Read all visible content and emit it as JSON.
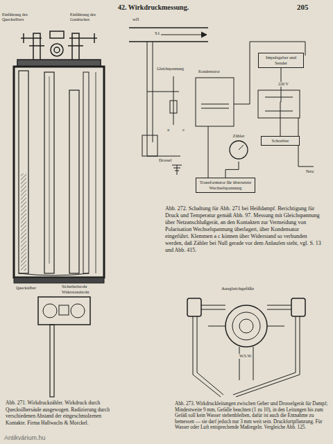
{
  "diagram": {
    "title": "42. Wirkdruckmessung.",
    "nodes": [
      {
        "text": [
          "Impulsgeber und Sender"
        ]
      },
      {
        "text": [
          "Zähler"
        ]
      },
      {
        "text": [
          "Schreiber"
        ]
      },
      {
        "text": [
          "Transformator für übersetzte Wechselspannung"
        ]
      }
    ],
    "edges": [
      {
        "from": 0,
        "to": 2,
        "arrow": "none"
      },
      {
        "from": 1,
        "to": 3,
        "arrow": "none"
      }
    ],
    "labels": [
      "205",
      "Einführung des Quecksilbers",
      "Einführung des Gasdruckes",
      "Quecksilber",
      "Sicherheitsrohr",
      "Widerstandsrohr",
      "wfl",
      "S1",
      "Gleichspannung",
      "Kondensator",
      "220 V",
      "a",
      "c",
      "Drossel",
      "Netz",
      "Ausgleichgefäße",
      "W.S.W.",
      "Abb. 271. Wirkdruckzähler. Wirkdruck durch Quecksilbersäule ausgewogen. Radizierung durch verschiedenen Abstand der eingeschmolzenen Kontakte. Firma Hallwachs & Morckel.",
      "Abb. 272. Schaltung für Abb. 271 bei Heißdampf. Berichtigung für Druck und Temperatur gemäß Abb. 97. Messung mit Gleichspannung über Netzanschlußgerät, an den Kontakten zur Vermeidung von Polarisation Wechselspannung überlagert, über Kondensator eingeführt. Klemmen a c können über Widerstand so verbunden werden, daß Zähler bei Null gerade vor dem Anlaufen steht, vgl. S. 13 und Abb. 415.",
      "Abb. 273. Wirkdruckleitungen zwischen Geber und Drosselgerät für Dampf; Mindestweite 9 mm, Gefälle beachten (1 zu 10), in den Leitungen bis zum Gefäß soll kein Wasser stehenbleiben, dafür ist auch die Entnahme zu bemessen — sie darf jedoch nur 3 mm weit sein. Druckfortpflanzung. Für Wasser oder Luft entsprechende Maßregeln. Vergleiche Abb. 125.",
      "Antikvárium.hu"
    ]
  }
}
